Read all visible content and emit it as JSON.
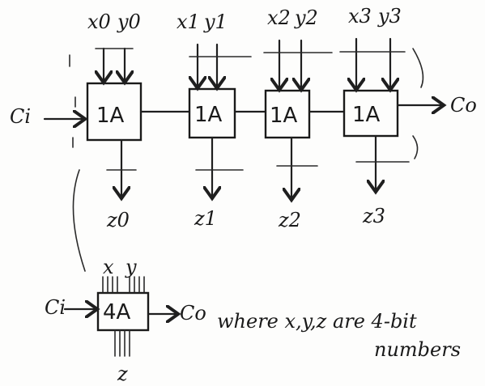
{
  "top_chain": {
    "cin_label": "Ci",
    "cout_label": "Co",
    "blocks": [
      {
        "label": "1A",
        "x_in": "x0",
        "y_in": "y0",
        "z_out": "z0"
      },
      {
        "label": "1A",
        "x_in": "x1",
        "y_in": "y1",
        "z_out": "z1"
      },
      {
        "label": "1A",
        "x_in": "x2",
        "y_in": "y2",
        "z_out": "z2"
      },
      {
        "label": "1A",
        "x_in": "x3",
        "y_in": "y3",
        "z_out": "z3"
      }
    ]
  },
  "summary_block": {
    "label": "4A",
    "cin_label": "Ci",
    "cout_label": "Co",
    "x_label": "x",
    "y_label": "y",
    "z_label": "z",
    "note_line1": "where x,y,z are 4-bit",
    "note_line2": "numbers"
  }
}
